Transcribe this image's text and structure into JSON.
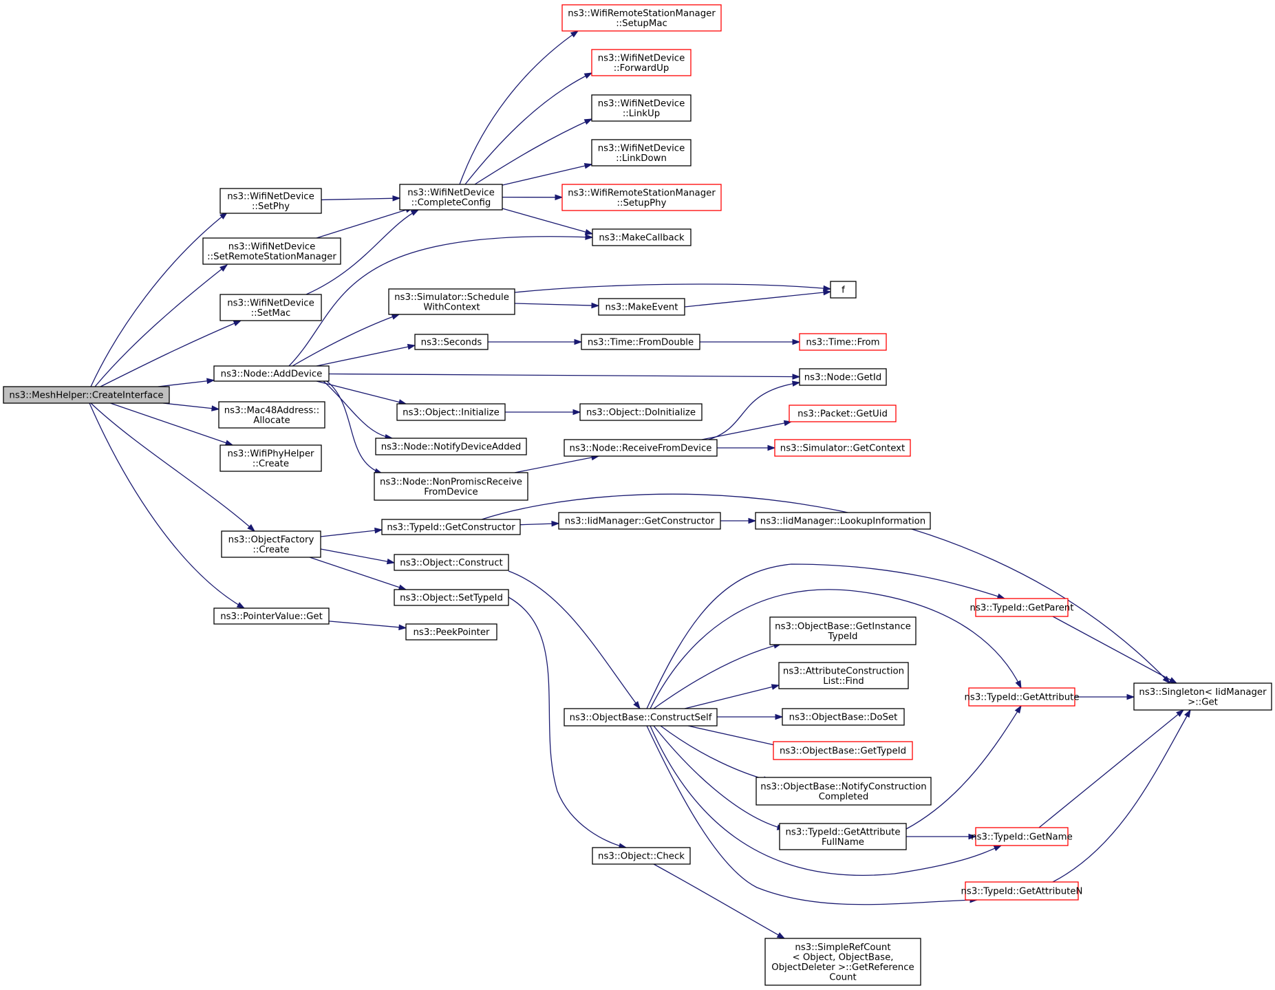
{
  "colors": {
    "edge": "#191970",
    "node_border": "#000000",
    "node_border_truncated": "#ff0000",
    "root_fill": "#bfbfbf",
    "node_fill": "#ffffff"
  },
  "nodes": [
    {
      "id": "createinterface",
      "lines": [
        "ns3::MeshHelper::CreateInterface"
      ],
      "root": true
    },
    {
      "id": "setphy",
      "lines": [
        "ns3::WifiNetDevice",
        "::SetPhy"
      ]
    },
    {
      "id": "setrsm",
      "lines": [
        "ns3::WifiNetDevice",
        "::SetRemoteStationManager"
      ]
    },
    {
      "id": "setmac",
      "lines": [
        "ns3::WifiNetDevice",
        "::SetMac"
      ]
    },
    {
      "id": "adddevice",
      "lines": [
        "ns3::Node::AddDevice"
      ]
    },
    {
      "id": "allocate",
      "lines": [
        "ns3::Mac48Address::",
        "Allocate"
      ]
    },
    {
      "id": "phycreate",
      "lines": [
        "ns3::WifiPhyHelper",
        "::Create"
      ]
    },
    {
      "id": "ofcreate",
      "lines": [
        "ns3::ObjectFactory",
        "::Create"
      ]
    },
    {
      "id": "ptrget",
      "lines": [
        "ns3::PointerValue::Get"
      ]
    },
    {
      "id": "completeconfig",
      "lines": [
        "ns3::WifiNetDevice",
        "::CompleteConfig"
      ]
    },
    {
      "id": "schedctx",
      "lines": [
        "ns3::Simulator::Schedule",
        "WithContext"
      ]
    },
    {
      "id": "seconds",
      "lines": [
        "ns3::Seconds"
      ]
    },
    {
      "id": "objinit",
      "lines": [
        "ns3::Object::Initialize"
      ]
    },
    {
      "id": "notifyadded",
      "lines": [
        "ns3::Node::NotifyDeviceAdded"
      ]
    },
    {
      "id": "nonpromisc",
      "lines": [
        "ns3::Node::NonPromiscReceive",
        "FromDevice"
      ]
    },
    {
      "id": "getconstructor",
      "lines": [
        "ns3::TypeId::GetConstructor"
      ]
    },
    {
      "id": "construct",
      "lines": [
        "ns3::Object::Construct"
      ]
    },
    {
      "id": "settypeid",
      "lines": [
        "ns3::Object::SetTypeId"
      ]
    },
    {
      "id": "peekpointer",
      "lines": [
        "ns3::PeekPointer"
      ]
    },
    {
      "id": "setupmac",
      "lines": [
        "ns3::WifiRemoteStationManager",
        "::SetupMac"
      ],
      "truncated": true
    },
    {
      "id": "forwardup",
      "lines": [
        "ns3::WifiNetDevice",
        "::ForwardUp"
      ],
      "truncated": true
    },
    {
      "id": "linkup",
      "lines": [
        "ns3::WifiNetDevice",
        "::LinkUp"
      ]
    },
    {
      "id": "linkdown",
      "lines": [
        "ns3::WifiNetDevice",
        "::LinkDown"
      ]
    },
    {
      "id": "setupphy",
      "lines": [
        "ns3::WifiRemoteStationManager",
        "::SetupPhy"
      ],
      "truncated": true
    },
    {
      "id": "makecallback",
      "lines": [
        "ns3::MakeCallback"
      ]
    },
    {
      "id": "makeevent",
      "lines": [
        "ns3::MakeEvent"
      ]
    },
    {
      "id": "fromdouble",
      "lines": [
        "ns3::Time::FromDouble"
      ]
    },
    {
      "id": "doinitialize",
      "lines": [
        "ns3::Object::DoInitialize"
      ]
    },
    {
      "id": "receivefromdevice",
      "lines": [
        "ns3::Node::ReceiveFromDevice"
      ]
    },
    {
      "id": "iidgetconstructor",
      "lines": [
        "ns3::IidManager::GetConstructor"
      ]
    },
    {
      "id": "constructself",
      "lines": [
        "ns3::ObjectBase::ConstructSelf"
      ]
    },
    {
      "id": "objcheck",
      "lines": [
        "ns3::Object::Check"
      ]
    },
    {
      "id": "f",
      "lines": [
        "f"
      ]
    },
    {
      "id": "timefrom",
      "lines": [
        "ns3::Time::From"
      ],
      "truncated": true
    },
    {
      "id": "nodegetid",
      "lines": [
        "ns3::Node::GetId"
      ]
    },
    {
      "id": "packetgetuid",
      "lines": [
        "ns3::Packet::GetUid"
      ],
      "truncated": true
    },
    {
      "id": "simgetcontext",
      "lines": [
        "ns3::Simulator::GetContext"
      ],
      "truncated": true
    },
    {
      "id": "lookupinfo",
      "lines": [
        "ns3::IidManager::LookupInformation"
      ]
    },
    {
      "id": "getinstancetypeid",
      "lines": [
        "ns3::ObjectBase::GetInstance",
        "TypeId"
      ]
    },
    {
      "id": "acfind",
      "lines": [
        "ns3::AttributeConstruction",
        "List::Find"
      ]
    },
    {
      "id": "doset",
      "lines": [
        "ns3::ObjectBase::DoSet"
      ]
    },
    {
      "id": "obgettypeid",
      "lines": [
        "ns3::ObjectBase::GetTypeId"
      ],
      "truncated": true
    },
    {
      "id": "notifyconstruction",
      "lines": [
        "ns3::ObjectBase::NotifyConstruction",
        "Completed"
      ]
    },
    {
      "id": "getattrfullname",
      "lines": [
        "ns3::TypeId::GetAttribute",
        "FullName"
      ]
    },
    {
      "id": "refcount",
      "lines": [
        "ns3::SimpleRefCount",
        "< Object, ObjectBase,",
        " ObjectDeleter >::GetReference",
        "Count"
      ]
    },
    {
      "id": "getparent",
      "lines": [
        "ns3::TypeId::GetParent"
      ],
      "truncated": true
    },
    {
      "id": "getattribute",
      "lines": [
        "ns3::TypeId::GetAttribute"
      ],
      "truncated": true
    },
    {
      "id": "getname",
      "lines": [
        "ns3::TypeId::GetName"
      ],
      "truncated": true
    },
    {
      "id": "getattributen",
      "lines": [
        "ns3::TypeId::GetAttributeN"
      ],
      "truncated": true
    },
    {
      "id": "singletonget",
      "lines": [
        "ns3::Singleton< IidManager",
        " >::Get"
      ]
    }
  ],
  "edges": [
    [
      "createinterface",
      "setphy"
    ],
    [
      "createinterface",
      "setrsm"
    ],
    [
      "createinterface",
      "setmac"
    ],
    [
      "createinterface",
      "adddevice"
    ],
    [
      "createinterface",
      "allocate"
    ],
    [
      "createinterface",
      "phycreate"
    ],
    [
      "createinterface",
      "ofcreate"
    ],
    [
      "createinterface",
      "ptrget"
    ],
    [
      "setphy",
      "completeconfig"
    ],
    [
      "setrsm",
      "completeconfig"
    ],
    [
      "setmac",
      "completeconfig"
    ],
    [
      "completeconfig",
      "setupmac"
    ],
    [
      "completeconfig",
      "forwardup"
    ],
    [
      "completeconfig",
      "linkup"
    ],
    [
      "completeconfig",
      "linkdown"
    ],
    [
      "completeconfig",
      "setupphy"
    ],
    [
      "completeconfig",
      "makecallback"
    ],
    [
      "adddevice",
      "makecallback"
    ],
    [
      "adddevice",
      "schedctx"
    ],
    [
      "adddevice",
      "seconds"
    ],
    [
      "adddevice",
      "nodegetid"
    ],
    [
      "adddevice",
      "objinit"
    ],
    [
      "adddevice",
      "notifyadded"
    ],
    [
      "adddevice",
      "nonpromisc"
    ],
    [
      "schedctx",
      "f"
    ],
    [
      "schedctx",
      "makeevent"
    ],
    [
      "makeevent",
      "f"
    ],
    [
      "seconds",
      "fromdouble"
    ],
    [
      "fromdouble",
      "timefrom"
    ],
    [
      "objinit",
      "doinitialize"
    ],
    [
      "nonpromisc",
      "receivefromdevice"
    ],
    [
      "receivefromdevice",
      "nodegetid"
    ],
    [
      "receivefromdevice",
      "packetgetuid"
    ],
    [
      "receivefromdevice",
      "simgetcontext"
    ],
    [
      "ofcreate",
      "getconstructor"
    ],
    [
      "ofcreate",
      "construct"
    ],
    [
      "ofcreate",
      "settypeid"
    ],
    [
      "getconstructor",
      "iidgetconstructor"
    ],
    [
      "getconstructor",
      "singletonget"
    ],
    [
      "iidgetconstructor",
      "lookupinfo"
    ],
    [
      "construct",
      "constructself"
    ],
    [
      "settypeid",
      "objcheck"
    ],
    [
      "ptrget",
      "peekpointer"
    ],
    [
      "constructself",
      "getparent"
    ],
    [
      "constructself",
      "getinstancetypeid"
    ],
    [
      "constructself",
      "getattribute"
    ],
    [
      "constructself",
      "acfind"
    ],
    [
      "constructself",
      "doset"
    ],
    [
      "constructself",
      "obgettypeid"
    ],
    [
      "constructself",
      "notifyconstruction"
    ],
    [
      "constructself",
      "getattrfullname"
    ],
    [
      "constructself",
      "getname"
    ],
    [
      "constructself",
      "getattributen"
    ],
    [
      "getattrfullname",
      "getattribute"
    ],
    [
      "getattrfullname",
      "getname"
    ],
    [
      "getparent",
      "singletonget"
    ],
    [
      "getattribute",
      "singletonget"
    ],
    [
      "getname",
      "singletonget"
    ],
    [
      "getattributen",
      "singletonget"
    ],
    [
      "objcheck",
      "refcount"
    ]
  ]
}
